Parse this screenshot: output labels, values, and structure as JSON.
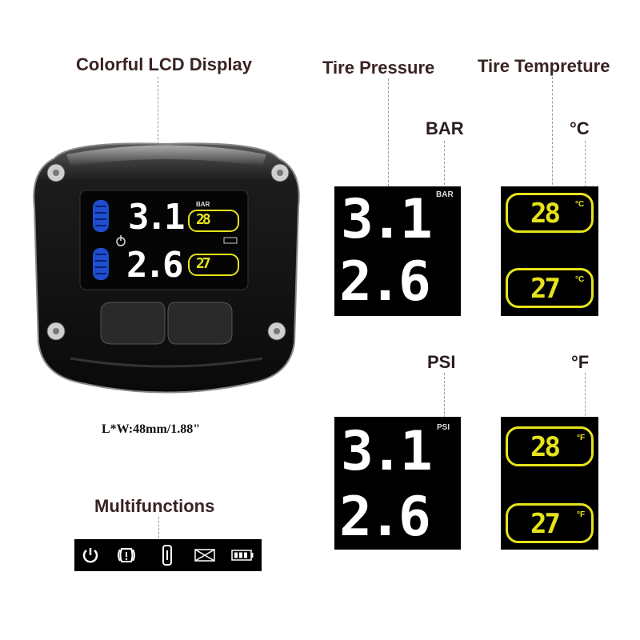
{
  "titles": {
    "lcd": "Colorful LCD Display",
    "pressure": "Tire Pressure",
    "temperature": "Tire Tempreture",
    "multifunctions": "Multifunctions"
  },
  "units": {
    "bar_heading": "BAR",
    "psi_heading": "PSI",
    "celsius_heading": "°C",
    "fahrenheit_heading": "°F",
    "bar_small": "BAR",
    "psi_small": "PSI",
    "celsius_small": "°C",
    "fahrenheit_small": "°F"
  },
  "size_caption": "L*W:48mm/1.88\"",
  "device": {
    "front_pressure": "3.1",
    "rear_pressure": "2.6",
    "front_temp": "28",
    "rear_temp": "27",
    "pressure_unit": "BAR",
    "temp_unit": "°C"
  },
  "pressure_panels": [
    {
      "front": "3.1",
      "rear": "2.6",
      "unit": "BAR"
    },
    {
      "front": "3.1",
      "rear": "2.6",
      "unit": "PSI"
    }
  ],
  "temperature_panels": [
    {
      "front": "28",
      "rear": "27",
      "unit": "°C"
    },
    {
      "front": "28",
      "rear": "27",
      "unit": "°F"
    }
  ],
  "multifunction_icons": [
    "power-icon",
    "tire-alert-icon",
    "thermometer-icon",
    "low-battery-envelope-icon",
    "battery-icon"
  ],
  "colors": {
    "title": "#3a2323",
    "lcd_white": "#ffffff",
    "lcd_yellow": "#e6e31a",
    "lcd_blue": "#1f4fd0",
    "panel_bg": "#000000"
  }
}
